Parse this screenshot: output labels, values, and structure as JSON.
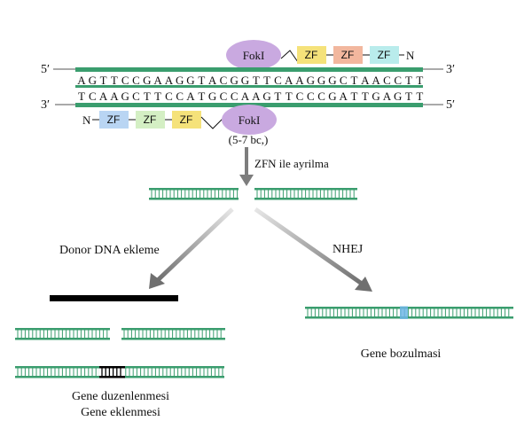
{
  "colors": {
    "dna_green": "#3a9d6e",
    "fokl_purple": "#c9a9e0",
    "zf_yellow": "#f5e27a",
    "zf_orange": "#f2b79e",
    "zf_cyan": "#b9ecec",
    "zf_blue": "#b9d5f3",
    "zf_lightgreen": "#d4efc4",
    "arrow_grey": "#7d7d7d",
    "donor_black": "#000000",
    "mutation_blue": "#6fb6e6"
  },
  "top_complex": {
    "fokl": "FokI",
    "zf_domains": [
      {
        "label": "ZF",
        "color": "#f5e27a"
      },
      {
        "label": "ZF",
        "color": "#f2b79e"
      },
      {
        "label": "ZF",
        "color": "#b9ecec"
      }
    ],
    "terminus": "N"
  },
  "bottom_complex": {
    "terminus": "N",
    "zf_domains": [
      {
        "label": "ZF",
        "color": "#b9d5f3"
      },
      {
        "label": "ZF",
        "color": "#d4efc4"
      },
      {
        "label": "ZF",
        "color": "#f5e27a"
      }
    ],
    "fokl": "FokI",
    "spacer": "(5-7 bc,)"
  },
  "dna": {
    "top_strand": [
      "A",
      "G",
      "T",
      "T",
      "C",
      "C",
      "G",
      "A",
      "A",
      "G",
      "G",
      "T",
      "A",
      "C",
      "G",
      "G",
      "T",
      "T",
      "C",
      "A",
      "A",
      "G",
      "G",
      "G",
      "C",
      "T",
      "A",
      "A",
      "C",
      "C",
      "T",
      "T"
    ],
    "bottom_strand": [
      "T",
      "C",
      "A",
      "A",
      "G",
      "C",
      "T",
      "T",
      "C",
      "C",
      "A",
      "T",
      "G",
      "C",
      "C",
      "A",
      "A",
      "G",
      "T",
      "T",
      "C",
      "C",
      "C",
      "G",
      "A",
      "T",
      "T",
      "G",
      "A",
      "G",
      "T",
      "T"
    ],
    "top_left": "5′",
    "top_right": "3′",
    "bottom_left": "3′",
    "bottom_right": "5′"
  },
  "steps": {
    "cut": "ZFN ile ayrilma",
    "donor": "Donor DNA ekleme",
    "nhej": "NHEJ",
    "disruption": "Gene bozulmasi",
    "editing": "Gene duzenlenmesi",
    "insertion": "Gene eklenmesi"
  }
}
